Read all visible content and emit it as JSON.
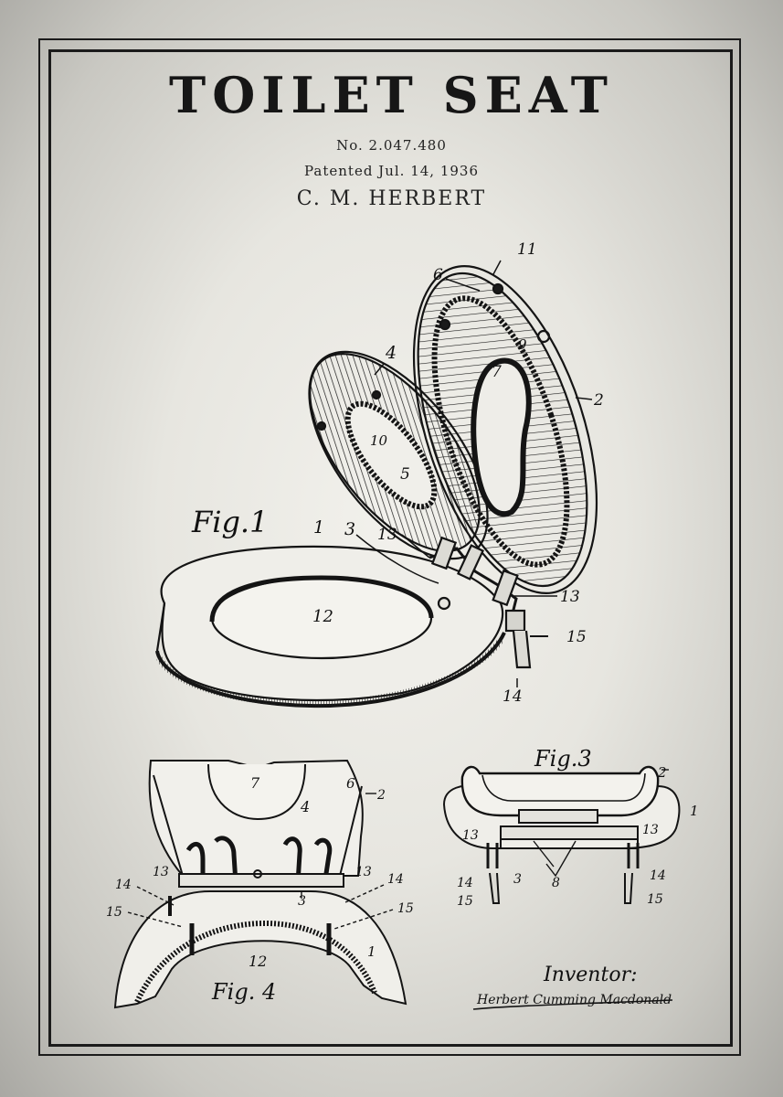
{
  "poster": {
    "title": "TOILET SEAT",
    "patent_number": "No. 2.047.480",
    "patent_date": "Patented Jul. 14, 1936",
    "inventor_name": "C. M. HERBERT"
  },
  "figures": {
    "fig1": "Fig.1",
    "fig3": "Fig.3",
    "fig4": "Fig. 4"
  },
  "signature": {
    "heading": "Inventor:",
    "name": "Herbert Cumming Macdonald"
  },
  "colors": {
    "ink": "#161616",
    "paper": "#e7e6e0",
    "border": "#1b1b1b"
  }
}
